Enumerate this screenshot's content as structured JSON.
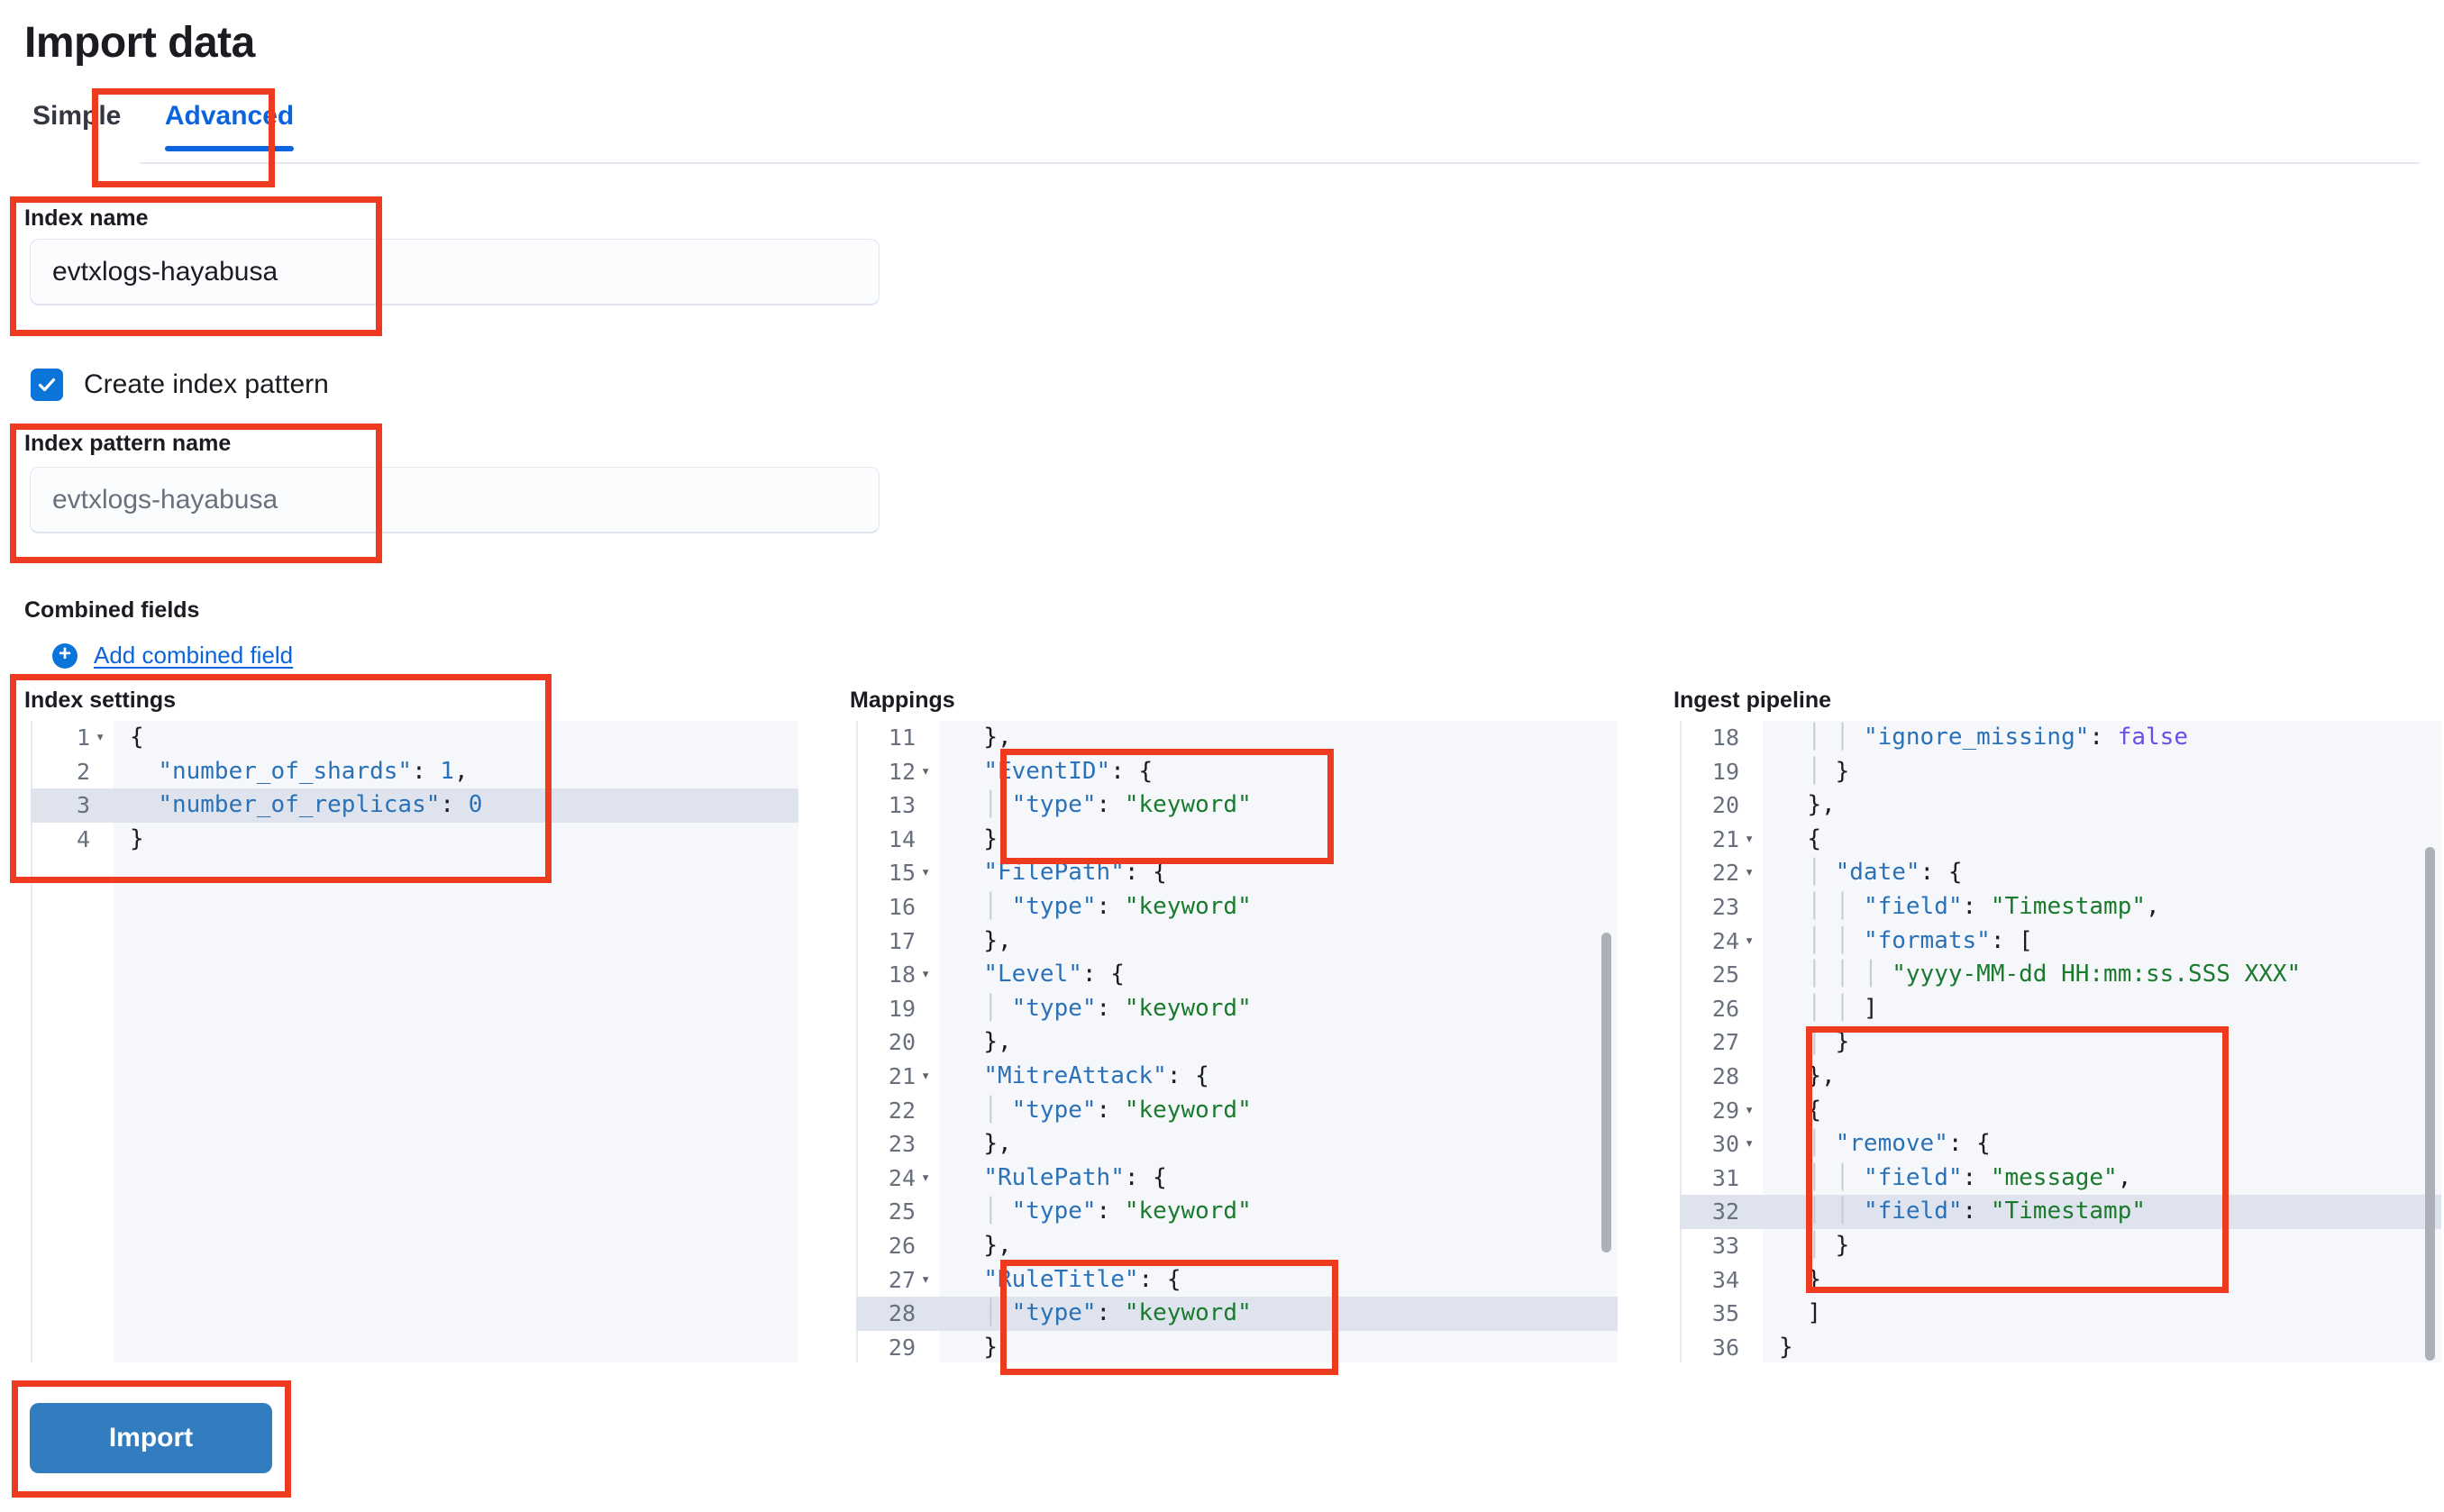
{
  "page": {
    "title": "Import data"
  },
  "tabs": [
    {
      "label": "Simple",
      "active": false
    },
    {
      "label": "Advanced",
      "active": true
    }
  ],
  "form": {
    "index_name": {
      "label": "Index name",
      "value": "evtxlogs-hayabusa"
    },
    "create_index_pattern": {
      "label": "Create index pattern",
      "checked": true
    },
    "index_pattern_name": {
      "label": "Index pattern name",
      "placeholder": "evtxlogs-hayabusa"
    },
    "combined_fields": {
      "label": "Combined fields",
      "add_link": "Add combined field",
      "add_icon": "plus-circle-icon"
    }
  },
  "editors": {
    "index_settings": {
      "title": "Index settings",
      "highlighted_line": 3,
      "lines": [
        {
          "no": "1",
          "fold": "▾",
          "text": "{"
        },
        {
          "no": "2",
          "fold": "",
          "text": "  \"number_of_shards\": 1,"
        },
        {
          "no": "3",
          "fold": "",
          "text": "  \"number_of_replicas\": 0"
        },
        {
          "no": "4",
          "fold": "",
          "text": "}"
        }
      ]
    },
    "mappings": {
      "title": "Mappings",
      "highlighted_line": 28,
      "lines": [
        {
          "no": "11",
          "fold": "",
          "text": "  },"
        },
        {
          "no": "12",
          "fold": "▾",
          "text": "  \"EventID\": {"
        },
        {
          "no": "13",
          "fold": "",
          "text": "    \"type\": \"keyword\""
        },
        {
          "no": "14",
          "fold": "",
          "text": "  },"
        },
        {
          "no": "15",
          "fold": "▾",
          "text": "  \"FilePath\": {"
        },
        {
          "no": "16",
          "fold": "",
          "text": "    \"type\": \"keyword\""
        },
        {
          "no": "17",
          "fold": "",
          "text": "  },"
        },
        {
          "no": "18",
          "fold": "▾",
          "text": "  \"Level\": {"
        },
        {
          "no": "19",
          "fold": "",
          "text": "    \"type\": \"keyword\""
        },
        {
          "no": "20",
          "fold": "",
          "text": "  },"
        },
        {
          "no": "21",
          "fold": "▾",
          "text": "  \"MitreAttack\": {"
        },
        {
          "no": "22",
          "fold": "",
          "text": "    \"type\": \"keyword\""
        },
        {
          "no": "23",
          "fold": "",
          "text": "  },"
        },
        {
          "no": "24",
          "fold": "▾",
          "text": "  \"RulePath\": {"
        },
        {
          "no": "25",
          "fold": "",
          "text": "    \"type\": \"keyword\""
        },
        {
          "no": "26",
          "fold": "",
          "text": "  },"
        },
        {
          "no": "27",
          "fold": "▾",
          "text": "  \"RuleTitle\": {"
        },
        {
          "no": "28",
          "fold": "",
          "text": "    \"type\": \"keyword\""
        },
        {
          "no": "29",
          "fold": "",
          "text": "  },"
        }
      ]
    },
    "ingest_pipeline": {
      "title": "Ingest pipeline",
      "highlighted_line": 32,
      "lines": [
        {
          "no": "18",
          "fold": "",
          "text": "      \"ignore_missing\": false"
        },
        {
          "no": "19",
          "fold": "",
          "text": "    }"
        },
        {
          "no": "20",
          "fold": "",
          "text": "  },"
        },
        {
          "no": "21",
          "fold": "▾",
          "text": "  {"
        },
        {
          "no": "22",
          "fold": "▾",
          "text": "    \"date\": {"
        },
        {
          "no": "23",
          "fold": "",
          "text": "      \"field\": \"Timestamp\","
        },
        {
          "no": "24",
          "fold": "▾",
          "text": "      \"formats\": ["
        },
        {
          "no": "25",
          "fold": "",
          "text": "        \"yyyy-MM-dd HH:mm:ss.SSS XXX\""
        },
        {
          "no": "26",
          "fold": "",
          "text": "      ]"
        },
        {
          "no": "27",
          "fold": "",
          "text": "    }"
        },
        {
          "no": "28",
          "fold": "",
          "text": "  },"
        },
        {
          "no": "29",
          "fold": "▾",
          "text": "  {"
        },
        {
          "no": "30",
          "fold": "▾",
          "text": "    \"remove\": {"
        },
        {
          "no": "31",
          "fold": "",
          "text": "      \"field\": \"message\","
        },
        {
          "no": "32",
          "fold": "",
          "text": "      \"field\": \"Timestamp\""
        },
        {
          "no": "33",
          "fold": "",
          "text": "    }"
        },
        {
          "no": "34",
          "fold": "",
          "text": "  }"
        },
        {
          "no": "35",
          "fold": "",
          "text": "  ]"
        },
        {
          "no": "36",
          "fold": "",
          "text": "}"
        }
      ]
    }
  },
  "actions": {
    "import_label": "Import"
  },
  "colors": {
    "accent": "#0b64dd",
    "primary_button": "#327dc0",
    "annotation": "#ee3b1f",
    "checkbox": "#0b74d9",
    "string_token": "#1a7a2d",
    "key_token": "#2a71b8"
  }
}
